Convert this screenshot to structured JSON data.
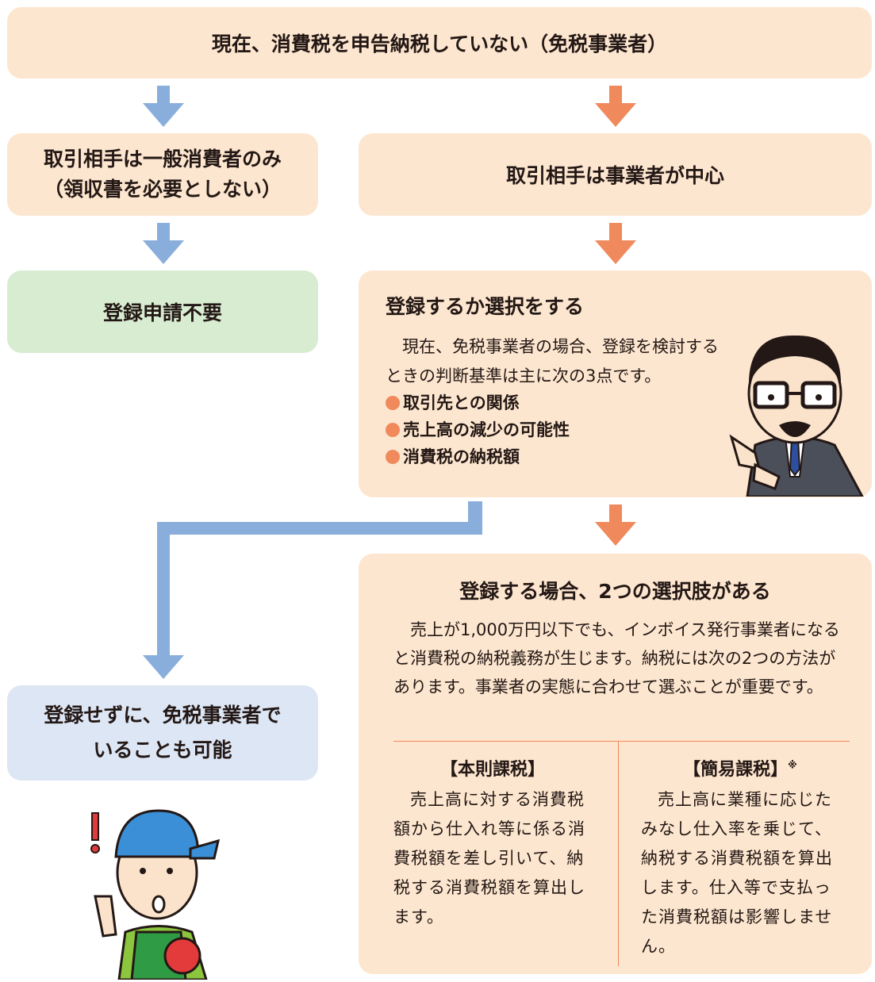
{
  "top": {
    "text": "現在、消費税を申告納税していない（免税事業者）"
  },
  "left_branch": {
    "box1_line1": "取引相手は一般消費者のみ",
    "box1_line2": "（領収書を必要としない）",
    "box2": "登録申請不要",
    "box3_line1": "登録せずに、免税事業者で",
    "box3_line2": "いることも可能"
  },
  "right_branch": {
    "box1": "取引相手は事業者が中心",
    "select": {
      "title": "登録するか選択をする",
      "body": "現在、免税事業者の場合、登録を検討するときの判断基準は主に次の3点です。",
      "criteria": [
        "取引先との関係",
        "売上高の減少の可能性",
        "消費税の納税額"
      ]
    },
    "options": {
      "title": "登録する場合、2つの選択肢がある",
      "body": "売上が1,000万円以下でも、インボイス発行事業者になると消費税の納税義務が生じます。納税には次の2つの方法があります。事業者の実態に合わせて選ぶことが重要です。",
      "honsoku": {
        "title": "【本則課税】",
        "body": "売上高に対する消費税額から仕入れ等に係る消費税額を差し引いて、納税する消費税額を算出します。"
      },
      "kani": {
        "title": "【簡易課税】",
        "mark": "※",
        "body": "売上高に業種に応じたみなし仕入率を乗じて、納税する消費税額を算出します。仕入等で支払った消費税額は影響しません。"
      }
    }
  },
  "colors": {
    "blue_arrow": "#8aaedb",
    "orange_arrow": "#f08a5d",
    "peach": "#fde6cf",
    "green": "#d8ecd2",
    "light_blue": "#dde6f4"
  }
}
